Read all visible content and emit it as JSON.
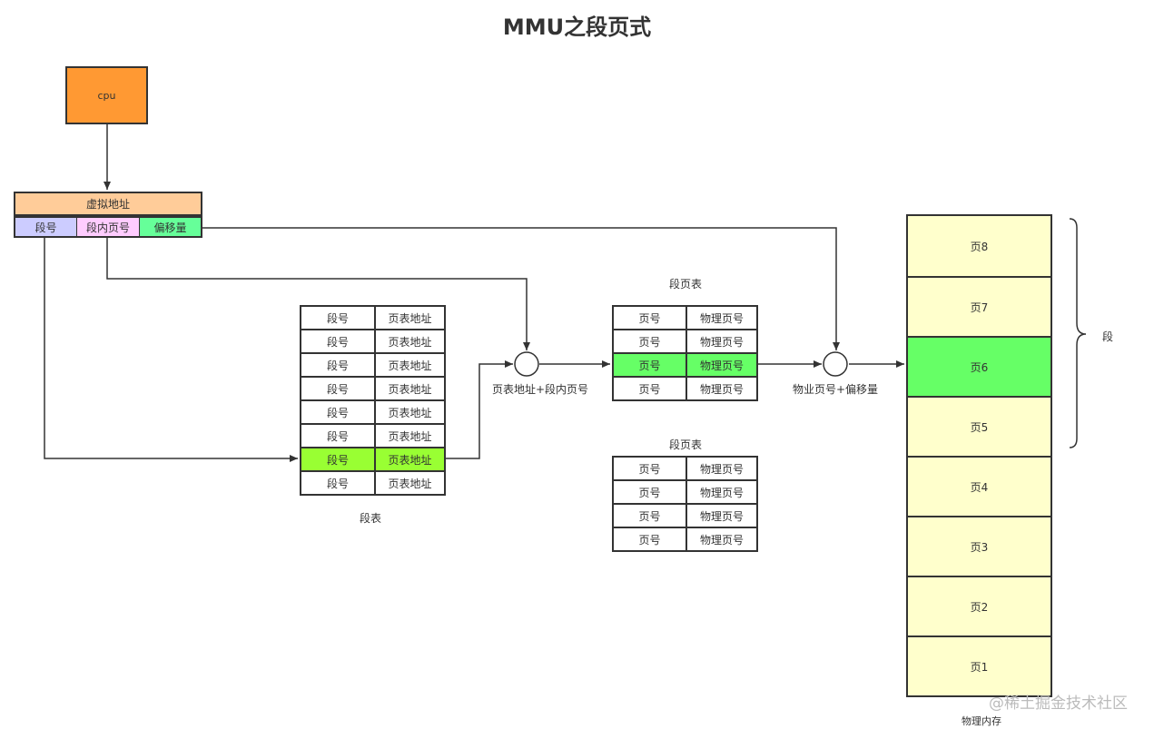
{
  "title": "MMU之段页式",
  "cpu": {
    "label": "cpu"
  },
  "virtual_address": {
    "title": "虚拟地址",
    "fields": [
      "段号",
      "段内页号",
      "偏移量"
    ]
  },
  "segment_table": {
    "caption": "段表",
    "rows": [
      [
        "段号",
        "页表地址"
      ],
      [
        "段号",
        "页表地址"
      ],
      [
        "段号",
        "页表地址"
      ],
      [
        "段号",
        "页表地址"
      ],
      [
        "段号",
        "页表地址"
      ],
      [
        "段号",
        "页表地址"
      ],
      [
        "段号",
        "页表地址"
      ],
      [
        "段号",
        "页表地址"
      ]
    ],
    "highlight_row": 6
  },
  "adder1_label": "页表地址+段内页号",
  "page_table_1": {
    "caption": "段页表",
    "rows": [
      [
        "页号",
        "物理页号"
      ],
      [
        "页号",
        "物理页号"
      ],
      [
        "页号",
        "物理页号"
      ],
      [
        "页号",
        "物理页号"
      ]
    ],
    "highlight_row": 2
  },
  "page_table_2": {
    "caption": "段页表",
    "rows": [
      [
        "页号",
        "物理页号"
      ],
      [
        "页号",
        "物理页号"
      ],
      [
        "页号",
        "物理页号"
      ],
      [
        "页号",
        "物理页号"
      ]
    ]
  },
  "adder2_label": "物业页号+偏移量",
  "physical_memory": {
    "caption": "物理内存",
    "pages": [
      "页8",
      "页7",
      "页6",
      "页5",
      "页4",
      "页3",
      "页2",
      "页1"
    ],
    "highlight_page": 2
  },
  "segment_brace_label": "段",
  "watermark": "@稀土掘金技术社区",
  "colors": {
    "cpu": "#ff9933",
    "va_header": "#ffcc99",
    "seg_field": "#ccccff",
    "page_field": "#ffccff",
    "offset_field": "#66ff99",
    "seg_highlight": "#99ff33",
    "page_highlight": "#66ff66",
    "memory": "#ffffcc"
  }
}
